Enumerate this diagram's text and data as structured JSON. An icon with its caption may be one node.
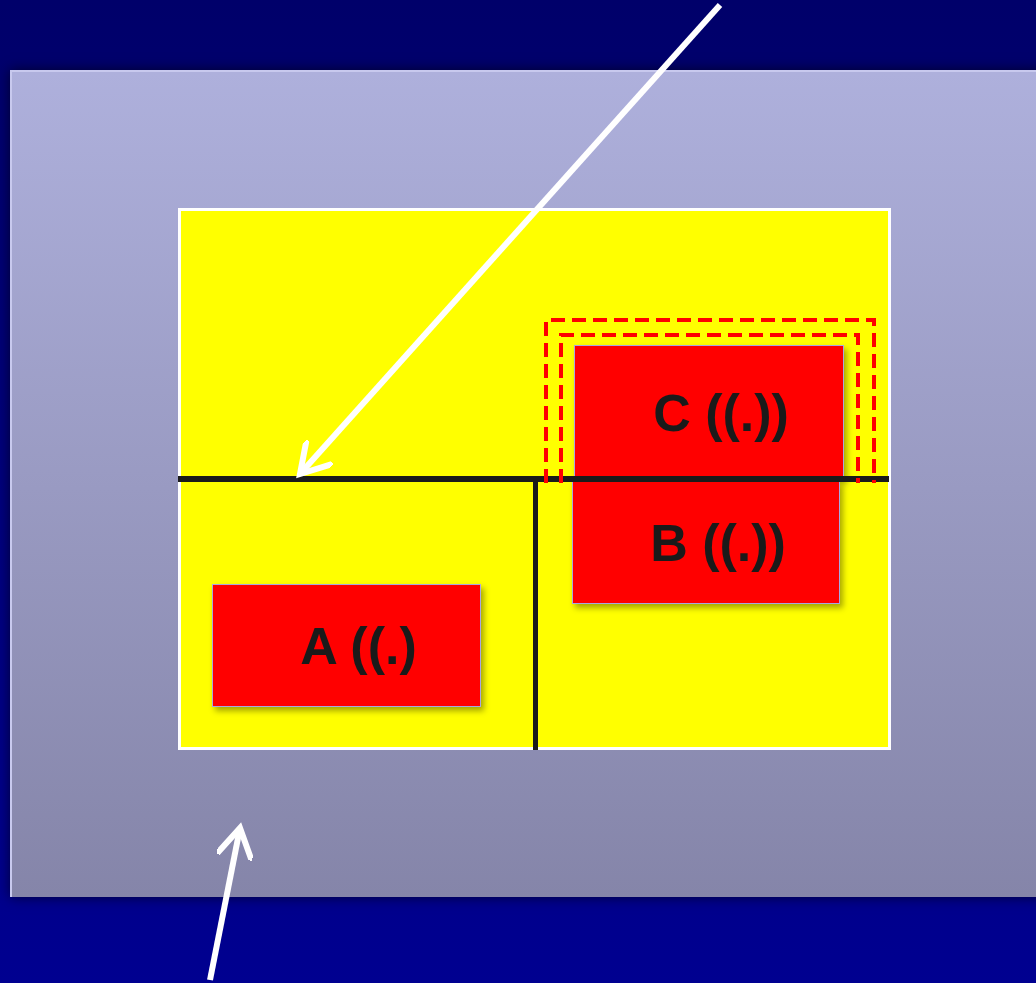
{
  "diagram": {
    "nodes": [
      {
        "text": [],
        "shape": "box"
      },
      {
        "text": [],
        "shape": "box",
        "in": 0
      },
      {
        "text": [
          "C ((.))"
        ],
        "in": 1
      },
      {
        "text": [
          "B ((.))"
        ],
        "in": 1
      },
      {
        "text": [
          "A ((.)"
        ],
        "in": 1
      },
      {
        "text": [],
        "shape": "bar",
        "in": 1
      }
    ],
    "edges": [
      {
        "from": null,
        "to": 5,
        "arrow": "to"
      },
      {
        "from": null,
        "to": 0,
        "arrow": "to"
      }
    ]
  }
}
